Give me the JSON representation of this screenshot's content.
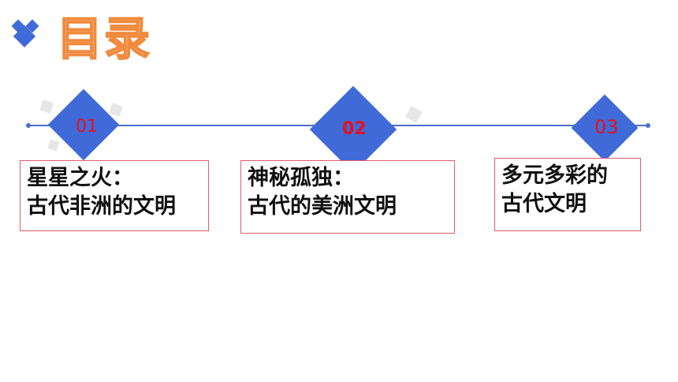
{
  "header": {
    "title": "目录",
    "accent_color": "#3f6ad8",
    "title_fill": "#f9c29a",
    "title_stroke": "#f08a3c"
  },
  "timeline": {
    "line_color": "#4a6fc9",
    "items": [
      {
        "number": "01",
        "line1": "星星之火：",
        "line2": "古代非洲的文明"
      },
      {
        "number": "02",
        "line1": "神秘孤独：",
        "line2": "古代的美洲文明"
      },
      {
        "number": "03",
        "line1": "多元多彩的",
        "line2": "古代文明"
      }
    ]
  }
}
